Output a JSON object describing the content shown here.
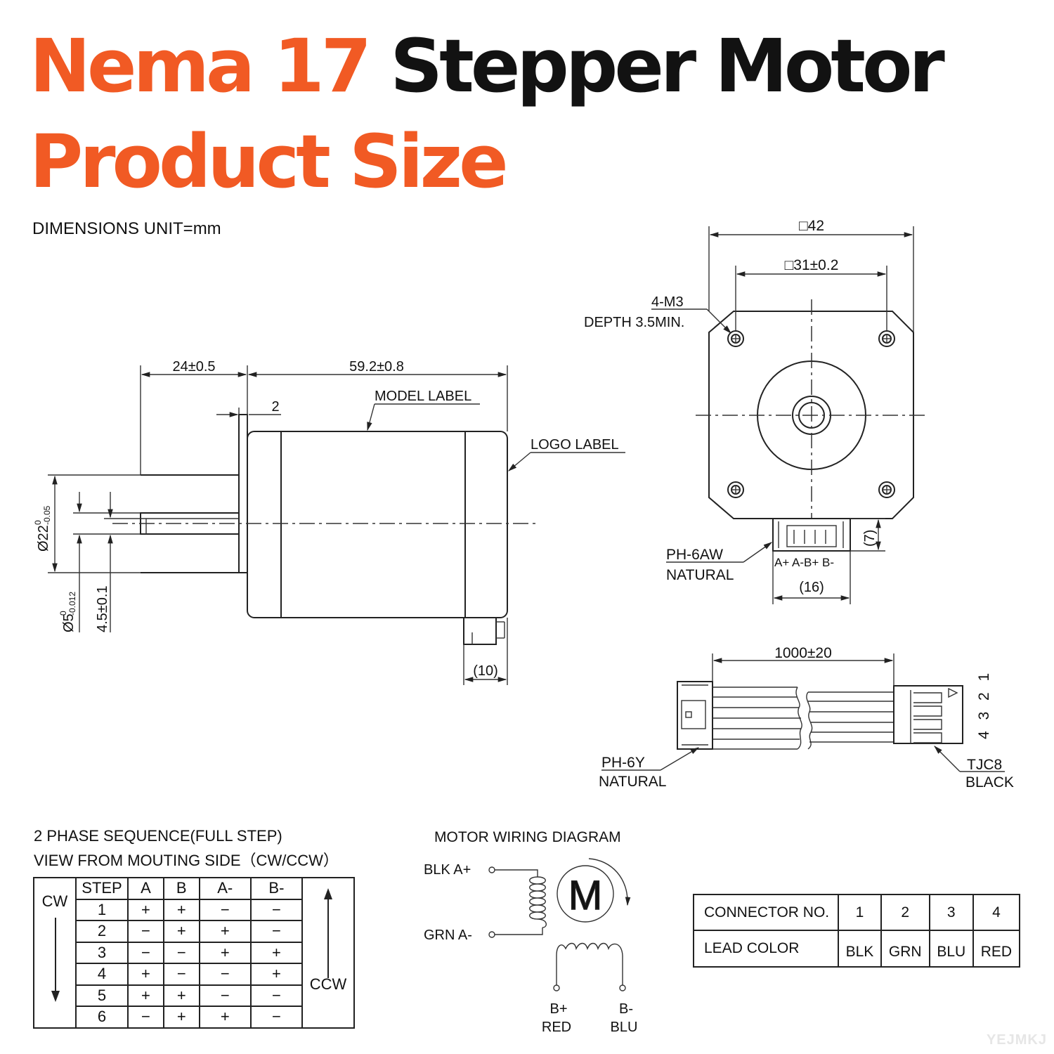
{
  "title": {
    "part1": "Nema 17",
    "part2": "Stepper Motor",
    "line2": "Product Size"
  },
  "unit_note": "DIMENSIONS UNIT=mm",
  "side_view": {
    "dim_shaft_length": "24±0.5",
    "dim_body_length": "59.2±0.8",
    "dim_flange": "2",
    "model_label": "MODEL LABEL",
    "logo_label": "LOGO LABEL",
    "dim_boss_diameter": "Ø22",
    "boss_tol_upper": "0",
    "boss_tol_lower": "-0.05",
    "dim_shaft_diameter": "Ø5",
    "shaft_tol_upper": "0",
    "shaft_tol_lower": "-0.012",
    "dim_flat": "4.5±0.1",
    "dim_connector": "(10)"
  },
  "front_view": {
    "dim_square": "□42",
    "dim_hole_spacing": "□31±0.2",
    "holes_label_1": "4-M3",
    "holes_label_2": "DEPTH 3.5MIN.",
    "connector_label_1": "PH-6AW",
    "connector_label_2": "NATURAL",
    "pin_labels": "A+  A-B+  B-",
    "dim_connector_width": "(16)",
    "dim_connector_height": "(7)"
  },
  "cable": {
    "dim_length": "1000±20",
    "left_label_1": "PH-6Y",
    "left_label_2": "NATURAL",
    "right_label_1": "TJC8",
    "right_label_2": "BLACK",
    "pin_numbers": "4 3 2 1"
  },
  "sequence": {
    "title_1": "2 PHASE SEQUENCE(FULL STEP)",
    "title_2": "VIEW FROM MOUTING SIDE（CW/CCW）",
    "cw": "CW",
    "ccw": "CCW",
    "headers": [
      "STEP",
      "A",
      "B",
      "A-",
      "B-"
    ],
    "rows": [
      [
        "1",
        "+",
        "+",
        "−",
        "−"
      ],
      [
        "2",
        "−",
        "+",
        "+",
        "−"
      ],
      [
        "3",
        "−",
        "−",
        "+",
        "+"
      ],
      [
        "4",
        "+",
        "−",
        "−",
        "+"
      ],
      [
        "5",
        "+",
        "+",
        "−",
        "−"
      ],
      [
        "6",
        "−",
        "+",
        "+",
        "−"
      ]
    ]
  },
  "wiring": {
    "title": "MOTOR WIRING  DIAGRAM",
    "blk": "BLK  A+",
    "grn": "GRN  A-",
    "motor": "M",
    "bplus_1": "B+",
    "bplus_2": "RED",
    "bminus_1": "B-",
    "bminus_2": "BLU"
  },
  "connector_table": {
    "row1_label": "CONNECTOR NO.",
    "numbers": [
      "1",
      "2",
      "3",
      "4"
    ],
    "row2_label": "LEAD COLOR",
    "colors": [
      "BLK",
      "GRN",
      "BLU",
      "RED"
    ]
  },
  "watermark": "YEJMKJ",
  "colors": {
    "accent": "#f15a24",
    "ink": "#121212"
  }
}
